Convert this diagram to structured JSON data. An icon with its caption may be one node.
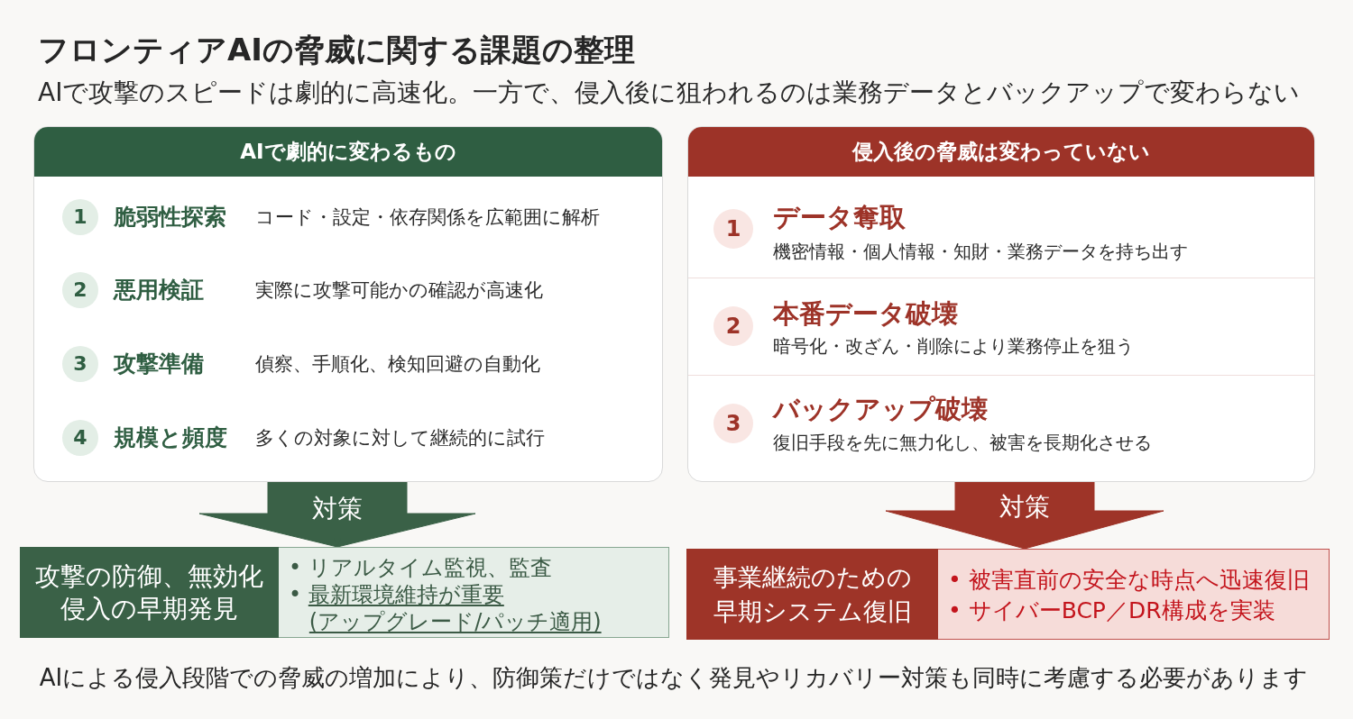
{
  "diagram": {
    "title": "フロンティアAIの脅威に関する課題の整理",
    "caption": "AIによる侵入段階での脅威の増加により、防御策だけではなく発見やリカバリー対策も同時に考慮する必要があります",
    "nodes": [
      {
        "text": [
          "AIで劇的に変わるもの"
        ]
      },
      {
        "text": [
          "1"
        ],
        "in": 0,
        "beside": [
          "脆弱性探索",
          "コード・設定・依存関係を広範囲に解析"
        ]
      },
      {
        "text": [
          "2"
        ],
        "in": 0,
        "beside": [
          "悪用検証",
          "実際に攻撃可能かの確認が高速化"
        ]
      },
      {
        "text": [
          "3"
        ],
        "in": 0,
        "beside": [
          "攻撃準備",
          "偵察、手順化、検知回避の自動化"
        ]
      },
      {
        "text": [
          "4"
        ],
        "in": 0,
        "beside": [
          "規模と頻度",
          "多くの対象に対して継続的に試行"
        ]
      },
      {
        "text": [
          "侵入後の脅威は変わっていない"
        ]
      },
      {
        "text": [
          "1"
        ],
        "in": 5,
        "beside": [
          "データ奪取",
          "機密情報・個人情報・知財・業務データを持ち出す"
        ]
      },
      {
        "text": [
          "2"
        ],
        "in": 5,
        "beside": [
          "本番データ破壊",
          "暗号化・改ざん・削除により業務停止を狙う"
        ]
      },
      {
        "text": [
          "3"
        ],
        "in": 5,
        "beside": [
          "バックアップ破壊",
          "復旧手段を先に無力化し、被害を長期化させる"
        ]
      },
      {
        "text": [
          "攻撃の防御、無効化侵入の早期発見",
          "• リアルタイム監視、監査",
          "• 最新環境維持が重要 (アップグレード/パッチ適用)"
        ]
      },
      {
        "text": [
          "事業継続のための早期システム復旧",
          "• 被害直前の安全な時点へ迅速復旧",
          "• サイバーBCP／DR構成を実装"
        ]
      }
    ],
    "edges": [
      {
        "from": 0,
        "to": 9,
        "label": "対策",
        "arrow": "to",
        "color": "#3a6147"
      },
      {
        "from": 5,
        "to": 10,
        "label": "対策",
        "arrow": "to",
        "color": "#9e3428"
      }
    ],
    "labels": [
      "AIで攻撃のスピードは劇的に高速化。一方で、侵入後に狙われるのは業務データとバックアップで変わらない"
    ]
  }
}
